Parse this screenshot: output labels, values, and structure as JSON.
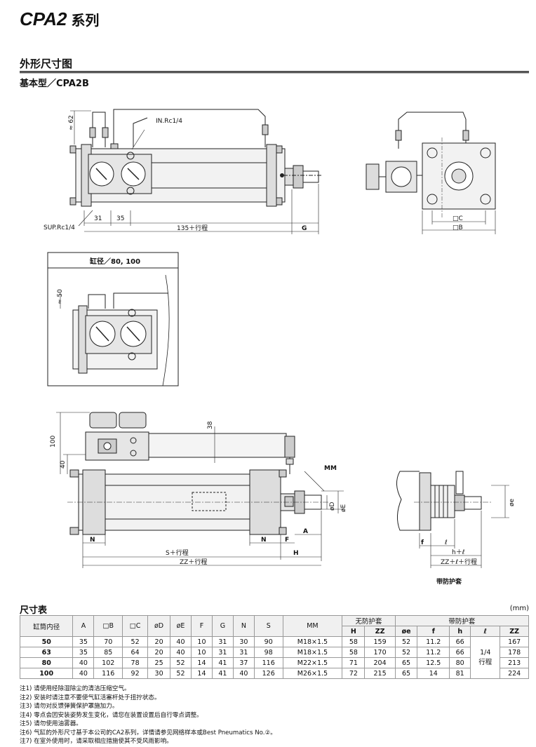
{
  "header": {
    "model": "CPA2",
    "series_suffix": "系列"
  },
  "section": {
    "title": "外形尺寸图",
    "subtitle": "基本型／CPA2B"
  },
  "drawing": {
    "labels": {
      "in_port": "IN.Rc1/4",
      "sup_port": "SUP.Rc1/4",
      "approx_62": "≈ 62",
      "dim_31": "31",
      "dim_35": "35",
      "dim_135": "135＋行程",
      "dim_G": "G",
      "dim_C": "□C",
      "dim_B": "□B",
      "inset_title": "缸径／80, 100",
      "approx_50": "≈ 50",
      "dim_100": "100",
      "dim_40": "40",
      "dim_38": "38",
      "dim_MM": "MM",
      "dim_D": "øD",
      "dim_E": "øE",
      "dim_A": "A",
      "dim_N_left": "N",
      "dim_N_right": "N",
      "dim_F": "F",
      "dim_S": "S＋行程",
      "dim_H": "H",
      "dim_ZZ": "ZZ＋行程",
      "dim_e": "øe",
      "dim_f": "f",
      "dim_l": "ℓ",
      "dim_hl": "h＋ℓ",
      "dim_ZZl": "ZZ＋ℓ＋行程",
      "boot_caption": "带防护套"
    }
  },
  "table": {
    "title": "尺寸表",
    "unit": "(mm)",
    "group_headers": {
      "no_boot": "无防护套",
      "with_boot": "带防护套"
    },
    "columns": {
      "bore": "缸筒内径",
      "A": "A",
      "B": "□B",
      "C": "□C",
      "D": "øD",
      "E": "øE",
      "F": "F",
      "G": "G",
      "N": "N",
      "S": "S",
      "MM": "MM",
      "H": "H",
      "ZZ": "ZZ",
      "e": "øe",
      "f": "f",
      "h": "h",
      "l": "ℓ",
      "ZZ2": "ZZ"
    },
    "l_value": "1/4\n行程",
    "rows": [
      {
        "bore": "50",
        "A": "35",
        "B": "70",
        "C": "52",
        "D": "20",
        "E": "40",
        "F": "10",
        "G": "31",
        "N": "30",
        "S": "90",
        "MM": "M18×1.5",
        "H": "58",
        "ZZ": "159",
        "e": "52",
        "f": "11.2",
        "h": "66",
        "ZZ2": "167"
      },
      {
        "bore": "63",
        "A": "35",
        "B": "85",
        "C": "64",
        "D": "20",
        "E": "40",
        "F": "10",
        "G": "31",
        "N": "31",
        "S": "98",
        "MM": "M18×1.5",
        "H": "58",
        "ZZ": "170",
        "e": "52",
        "f": "11.2",
        "h": "66",
        "ZZ2": "178"
      },
      {
        "bore": "80",
        "A": "40",
        "B": "102",
        "C": "78",
        "D": "25",
        "E": "52",
        "F": "14",
        "G": "41",
        "N": "37",
        "S": "116",
        "MM": "M22×1.5",
        "H": "71",
        "ZZ": "204",
        "e": "65",
        "f": "12.5",
        "h": "80",
        "ZZ2": "213"
      },
      {
        "bore": "100",
        "A": "40",
        "B": "116",
        "C": "92",
        "D": "30",
        "E": "52",
        "F": "14",
        "G": "41",
        "N": "40",
        "S": "126",
        "MM": "M26×1.5",
        "H": "72",
        "ZZ": "215",
        "e": "65",
        "f": "14",
        "h": "81",
        "ZZ2": "224"
      }
    ]
  },
  "notes": [
    "注1) 请使用经除湿除尘的清洁压缩空气。",
    "注2) 安装时请注意不要使气缸活塞杆处于扭拧状态。",
    "注3) 请勿对反馈弹簧保护罩施加力。",
    "注4) 零点会因安装姿势发生变化，请您在装置设置后自行零点调整。",
    "注5) 请勿使用油雾器。",
    "注6) 气缸的外形尺寸基于本公司的CA2系列，详情请参见网络样本或Best Pneumatics No.②。",
    "注7) 在室外使用时，请采取相应措施使其不受风雨影响。"
  ]
}
